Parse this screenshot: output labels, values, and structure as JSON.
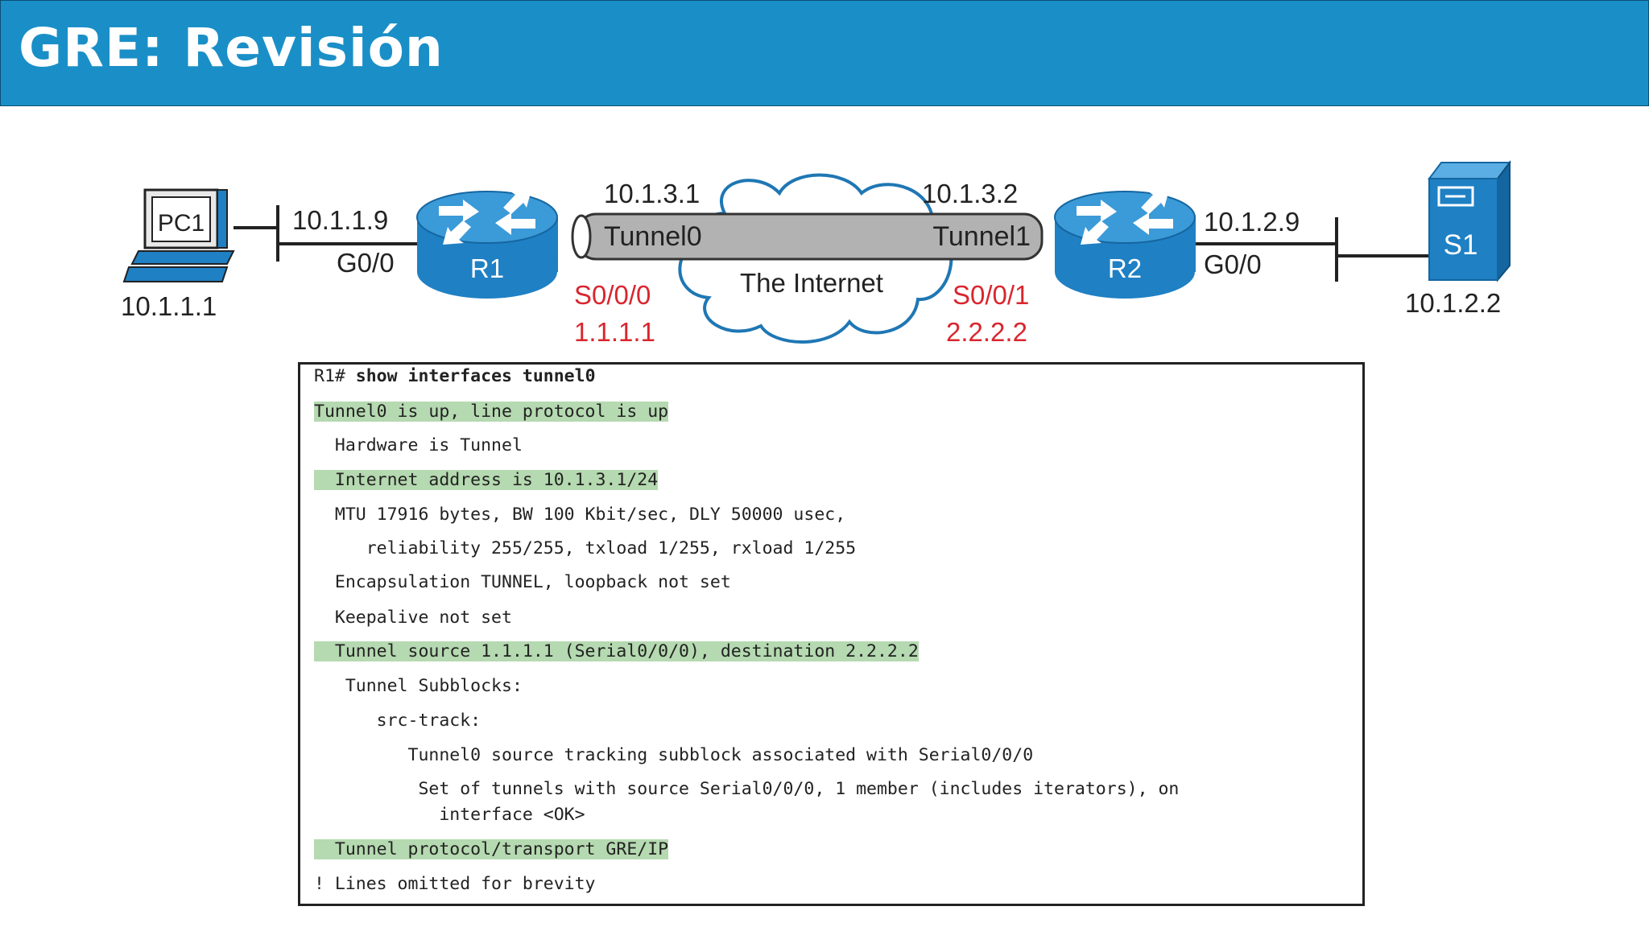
{
  "slide": {
    "title": "GRE: Revisión"
  },
  "diagram": {
    "pc": {
      "label": "PC1",
      "ip": "10.1.1.1"
    },
    "r1": {
      "label": "R1",
      "lan_ip": "10.1.1.9",
      "lan_if": "G0/0",
      "wan_if": "S0/0/0",
      "wan_ip": "1.1.1.1"
    },
    "r2": {
      "label": "R2",
      "lan_ip": "10.1.2.9",
      "lan_if": "G0/0",
      "wan_if": "S0/0/1",
      "wan_ip": "2.2.2.2"
    },
    "server": {
      "label": "S1",
      "ip": "10.1.2.2"
    },
    "tunnel": {
      "left_ip": "10.1.3.1",
      "right_ip": "10.1.3.2",
      "left_name": "Tunnel0",
      "right_name": "Tunnel1"
    },
    "cloud": {
      "label": "The Internet"
    },
    "colors": {
      "router": "#1f80c4",
      "wan_red": "#d9262e",
      "title_bar": "#1a8fc7",
      "highlight": "#b5d9b0"
    }
  },
  "terminal": {
    "prompt": "R1#",
    "command": "show interfaces tunnel0",
    "lines": [
      "Tunnel0 is up, line protocol is up",
      "  Hardware is Tunnel",
      "  Internet address is 10.1.3.1/24",
      "  MTU 17916 bytes, BW 100 Kbit/sec, DLY 50000 usec,",
      "     reliability 255/255, txload 1/255, rxload 1/255",
      "  Encapsulation TUNNEL, loopback not set",
      "  Keepalive not set",
      "  Tunnel source 1.1.1.1 (Serial0/0/0), destination 2.2.2.2",
      "   Tunnel Subblocks:",
      "      src-track:",
      "         Tunnel0 source tracking subblock associated with Serial0/0/0",
      "          Set of tunnels with source Serial0/0/0, 1 member (includes iterators), on",
      "            interface <OK>",
      "  Tunnel protocol/transport GRE/IP",
      "! Lines omitted for brevity"
    ]
  }
}
